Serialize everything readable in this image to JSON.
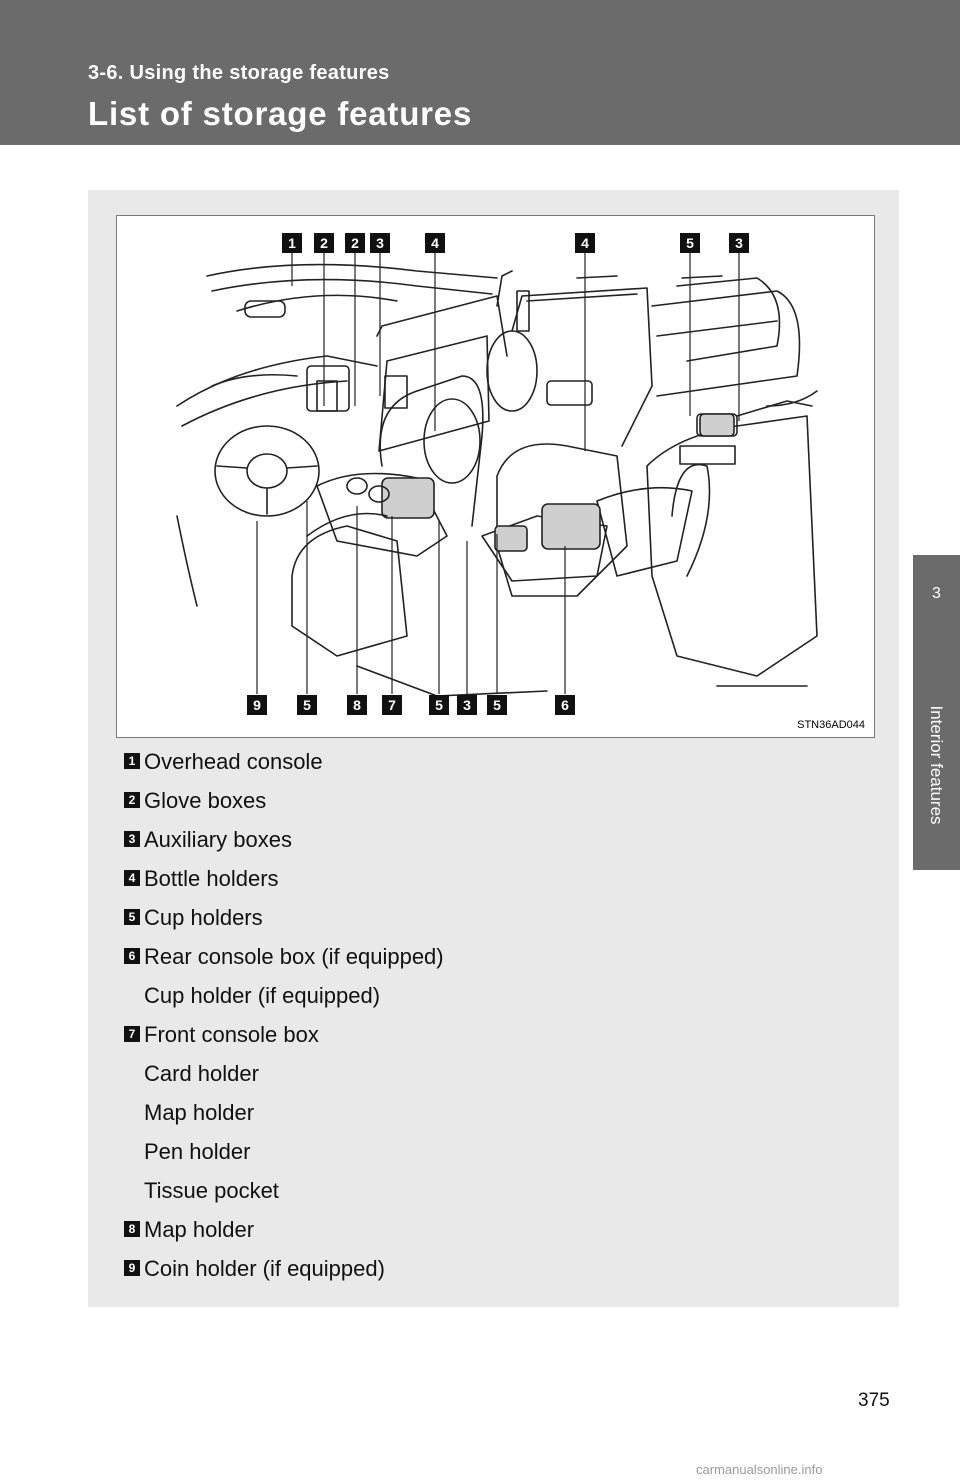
{
  "header": {
    "section": "3-6. Using the storage features",
    "title": "List of storage features"
  },
  "side_tab": {
    "number": "3",
    "label": "Interior features"
  },
  "figure": {
    "code": "STN36AD044",
    "top_callouts": [
      "1",
      "2",
      "2",
      "3",
      "4",
      "4",
      "5",
      "3"
    ],
    "bottom_callouts": [
      "9",
      "5",
      "8",
      "7",
      "5",
      "3",
      "5",
      "6"
    ]
  },
  "legend": [
    {
      "num": "1",
      "text": "Overhead console"
    },
    {
      "num": "2",
      "text": "Glove boxes"
    },
    {
      "num": "3",
      "text": "Auxiliary boxes"
    },
    {
      "num": "4",
      "text": "Bottle holders"
    },
    {
      "num": "5",
      "text": "Cup holders"
    },
    {
      "num": "6",
      "text": "Rear console box (if equipped)"
    },
    {
      "num": "",
      "text": "Cup holder (if equipped)"
    },
    {
      "num": "7",
      "text": "Front console box"
    },
    {
      "num": "",
      "text": "Card holder"
    },
    {
      "num": "",
      "text": "Map holder"
    },
    {
      "num": "",
      "text": "Pen holder"
    },
    {
      "num": "",
      "text": "Tissue pocket"
    },
    {
      "num": "8",
      "text": "Map holder"
    },
    {
      "num": "9",
      "text": "Coin holder (if equipped)"
    }
  ],
  "page_number": "375",
  "watermark": "carmanualsonline.info"
}
